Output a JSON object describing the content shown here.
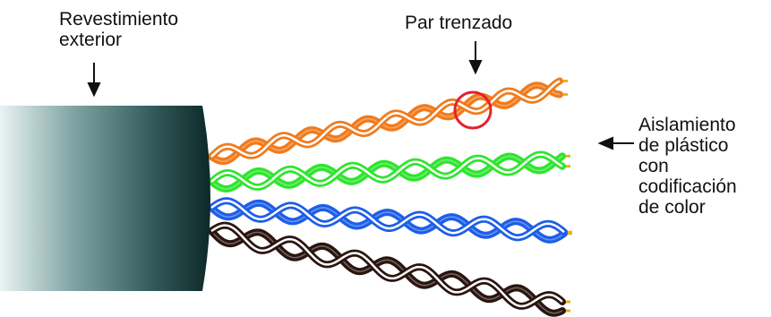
{
  "labels": {
    "jacket": [
      "Revestimiento",
      "exterior"
    ],
    "twisted_pair": "Par trenzado",
    "insulation": [
      "Aislamiento",
      "de plástico",
      "con",
      "codificación",
      "de color"
    ]
  },
  "colors": {
    "jacket_dark": "#0f2b2b",
    "jacket_light": "#e9f3f3",
    "orange": "#f07b1d",
    "green": "#2ee52e",
    "blue": "#1d5ee8",
    "brown": "#2a1510",
    "copper": "#e7b21b",
    "marker": "#e8202a"
  },
  "pairs": [
    {
      "name": "orange-pair",
      "color": "#f07b1d"
    },
    {
      "name": "green-pair",
      "color": "#2ee52e"
    },
    {
      "name": "blue-pair",
      "color": "#1d5ee8"
    },
    {
      "name": "brown-pair",
      "color": "#2a1510"
    }
  ]
}
